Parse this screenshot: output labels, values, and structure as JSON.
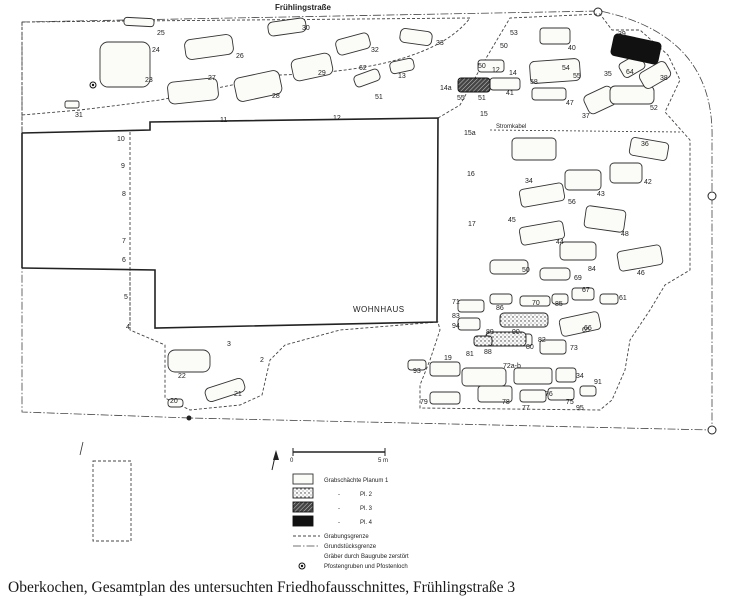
{
  "street_label": "Frühlingstraße",
  "house_label": "WOHNHAUS",
  "cable_label": "Stromkabel",
  "scale": {
    "zero": "0",
    "end": "5 m"
  },
  "legend": {
    "row1_title": "Grabschächte Planum 1",
    "row2_dash": "-",
    "row2_level": "Pl. 2",
    "row3_dash": "-",
    "row3_level": "Pl. 3",
    "row4_dash": "-",
    "row4_level": "Pl. 4",
    "excavation_limit": "Grabungsgrenze",
    "property_limit": "Grundstücksgrenze",
    "destroyed_note": "Gräber durch Baugrube zerstört",
    "postholes": "Pfostengruben und Pfostenloch"
  },
  "grave_numbers": [
    "25",
    "30",
    "24",
    "26",
    "32",
    "33",
    "53",
    "50",
    "40",
    "39",
    "23",
    "27",
    "29",
    "62",
    "13",
    "50",
    "12",
    "14",
    "54",
    "55",
    "64",
    "38",
    "31",
    "28",
    "51",
    "55",
    "58",
    "35",
    "47",
    "41",
    "37",
    "52",
    "14a",
    "51",
    "15",
    "36",
    "10",
    "11",
    "12",
    "15a",
    "9",
    "16",
    "43",
    "34",
    "42",
    "8",
    "56",
    "45",
    "48",
    "17",
    "7",
    "44",
    "6",
    "50",
    "84",
    "46",
    "5",
    "69",
    "67",
    "61",
    "71",
    "86",
    "70",
    "85",
    "65",
    "4",
    "83",
    "94",
    "89",
    "90",
    "82",
    "66",
    "3",
    "2",
    "81",
    "88",
    "80",
    "73",
    "19",
    "22",
    "72a-b",
    "34",
    "93",
    "91",
    "76",
    "21",
    "20",
    "79",
    "78",
    "77",
    "75",
    "95"
  ],
  "caption": "Oberkochen, Gesamtplan des untersuchten Friedhofausschnittes, Frühlingstraße 3"
}
